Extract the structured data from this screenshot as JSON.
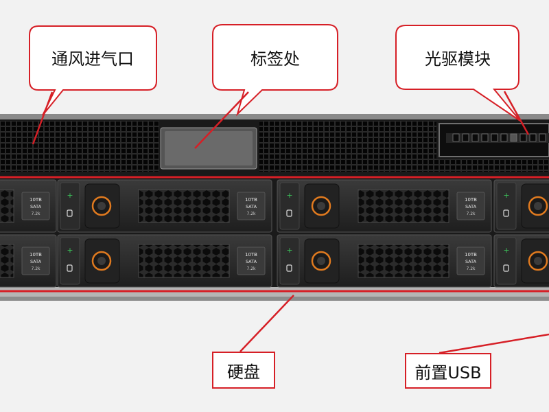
{
  "callouts": {
    "vent": "通风进气口",
    "label_area": "标签处",
    "optical_drive": "光驱模块",
    "hdd": "硬盘",
    "front_usb": "前置USB"
  },
  "drive_label": {
    "capacity": "10TB",
    "interface": "SATA",
    "speed": "7.2k"
  },
  "colors": {
    "callout_border": "#d61f26",
    "arrow": "#d61f26",
    "chassis": "#1b1b1b",
    "bezel_outline": "#d61f26",
    "latch_ring": "#e07a1f",
    "activity_led": "#3cc15a"
  }
}
